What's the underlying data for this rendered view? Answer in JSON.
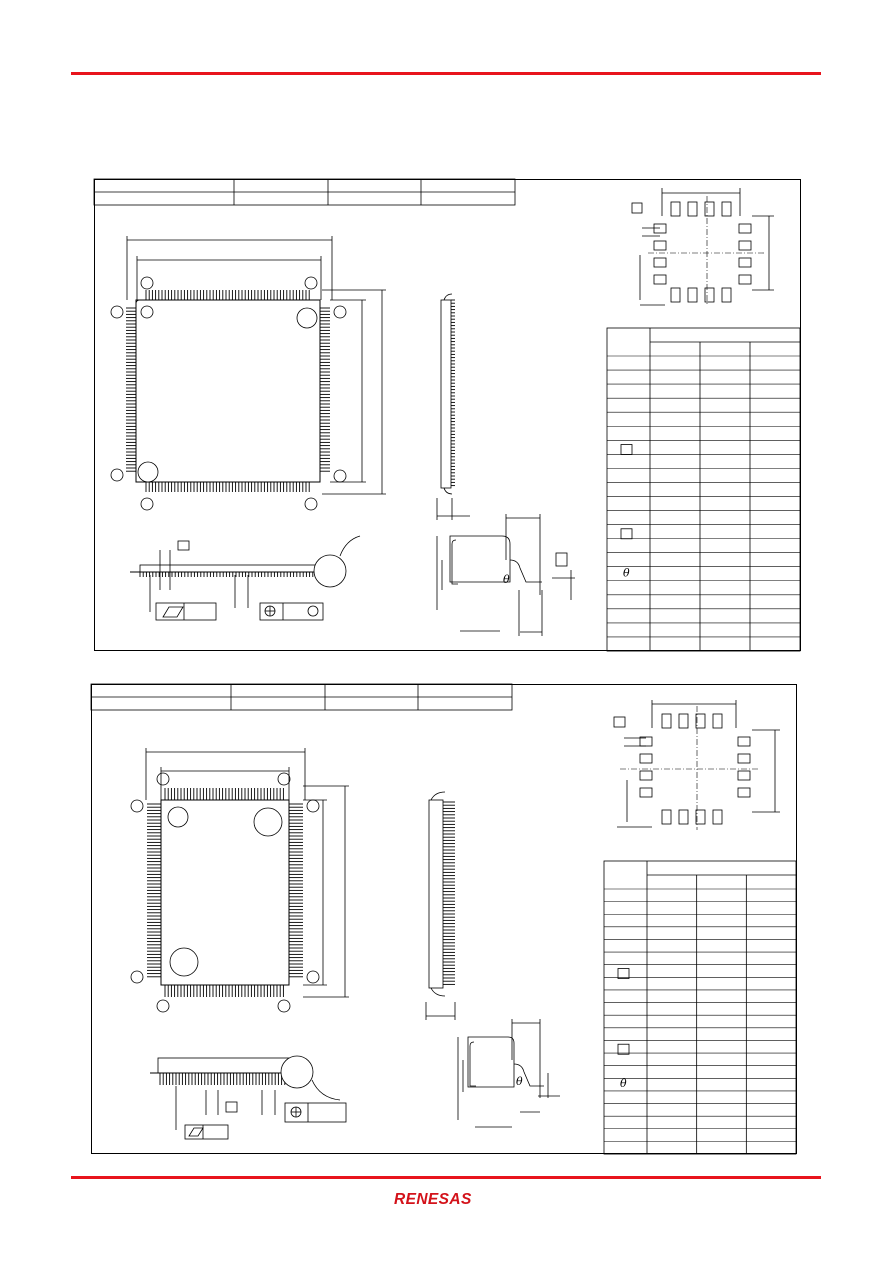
{
  "brand": {
    "name": "RENESAS",
    "color": "#d3121a"
  },
  "colors": {
    "rule": "#e8141c",
    "line": "#000000"
  },
  "packages": [
    {
      "diagram": "package-outline-square",
      "table_rows": 23,
      "header_cells": 4
    },
    {
      "diagram": "package-outline-rect",
      "table_rows": 23,
      "header_cells": 4
    }
  ],
  "symbols": {
    "theta": "θ"
  }
}
